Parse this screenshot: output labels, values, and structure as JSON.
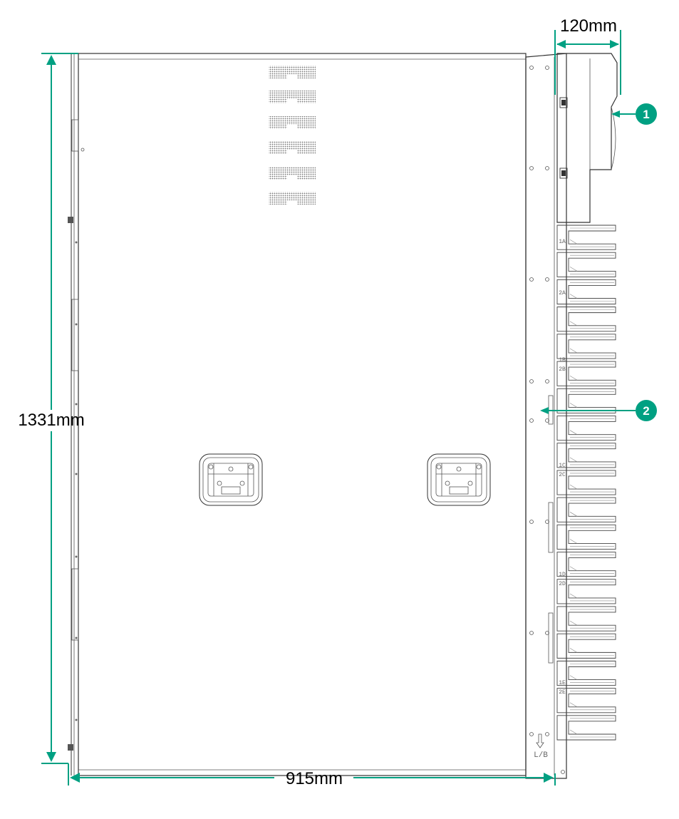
{
  "dimensions": {
    "height_label": "1331mm",
    "width_label": "915mm",
    "depth_label": "120mm"
  },
  "callouts": [
    {
      "label": "1"
    },
    {
      "label": "2"
    }
  ],
  "slot_markings": [
    "1A",
    "2A",
    "1B",
    "2B",
    "1C",
    "2C",
    "1D",
    "2D",
    "1E",
    "2E"
  ],
  "bottom_marking": "L/B",
  "colors": {
    "accent": "#00a082",
    "outline": "#333333",
    "background": "#ffffff"
  }
}
